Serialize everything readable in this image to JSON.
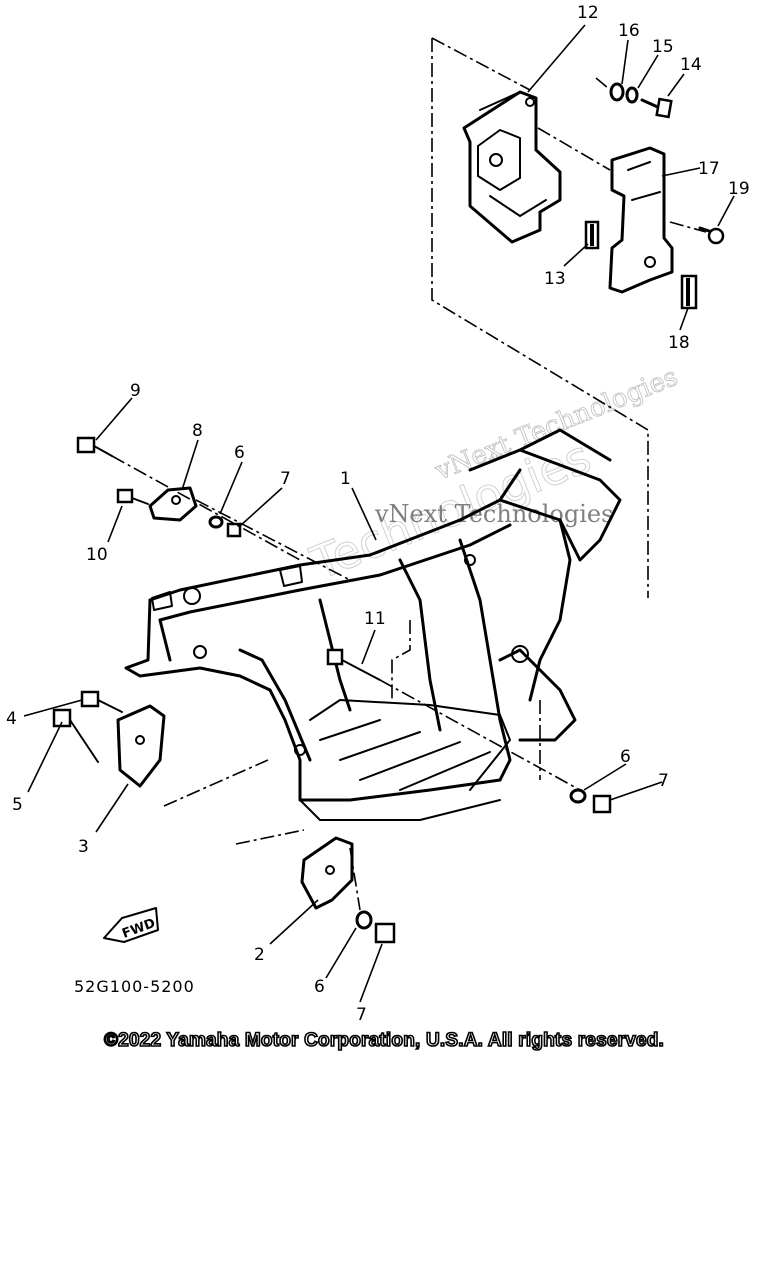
{
  "diagram": {
    "part_code": "52G100-5200",
    "fwd_label": "FWD",
    "copyright": "©2022 Yamaha Motor Corporation, U.S.A. All rights reserved.",
    "watermarks": [
      "vNext Technologies",
      "Technologies",
      "vNext Technologies"
    ],
    "callouts": [
      "12",
      "16",
      "15",
      "14",
      "17",
      "19",
      "13",
      "18",
      "9",
      "8",
      "6",
      "7",
      "1",
      "10",
      "11",
      "4",
      "5",
      "3",
      "6",
      "7",
      "2",
      "6",
      "7"
    ]
  }
}
